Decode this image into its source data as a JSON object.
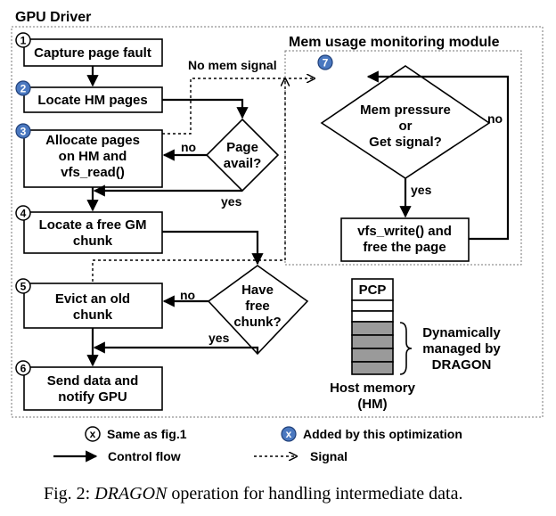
{
  "title": "GPU Driver",
  "module_title": "Mem usage monitoring module",
  "steps": [
    {
      "num": "1",
      "lines": [
        "Capture page fault"
      ]
    },
    {
      "num": "2",
      "lines": [
        "Locate HM pages"
      ]
    },
    {
      "num": "3",
      "lines": [
        "Allocate pages",
        "on HM and",
        "vfs_read()"
      ]
    },
    {
      "num": "4",
      "lines": [
        "Locate a free GM",
        "chunk"
      ]
    },
    {
      "num": "5",
      "lines": [
        "Evict an old",
        "chunk"
      ]
    },
    {
      "num": "6",
      "lines": [
        "Send data and",
        "notify GPU"
      ]
    }
  ],
  "decisions": {
    "page_avail": [
      "Page",
      "avail?"
    ],
    "free_chunk": [
      "Have",
      "free",
      "chunk?"
    ],
    "mem_pressure": [
      "Mem pressure",
      "or",
      "Get signal?"
    ]
  },
  "module_step": {
    "num": "7",
    "lines": [
      "vfs_write() and",
      "free the page"
    ]
  },
  "edge_labels": {
    "no_mem_signal": "No mem signal",
    "no1": "no",
    "yes1": "yes",
    "no2": "no",
    "yes2": "yes",
    "no3": "no",
    "yes3": "yes"
  },
  "memory": {
    "pcp": "PCP",
    "bracket_lines": [
      "Dynamically",
      "managed by",
      "DRAGON"
    ],
    "label_lines": [
      "Host memory",
      "(HM)"
    ]
  },
  "legend": {
    "same_symbol": "x",
    "same_label": "Same as fig.1",
    "added_symbol": "x",
    "added_label": "Added by this optimization",
    "control_flow": "Control flow",
    "signal": "Signal"
  },
  "caption": {
    "prefix": "Fig. 2: ",
    "emph": "DRAGON",
    "rest": " operation for handling intermediate data."
  },
  "colors": {
    "badge_fill": "#4a78c0",
    "badge_stroke": "#1f3f78",
    "hm_fill": "#9a9a9a"
  }
}
